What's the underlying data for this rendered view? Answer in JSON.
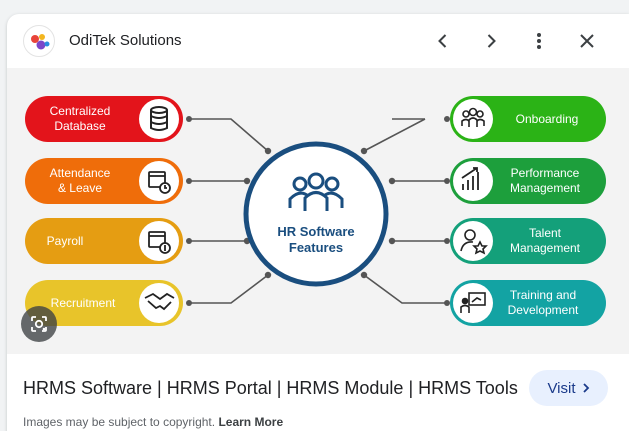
{
  "header": {
    "site_name": "OdiTek Solutions",
    "favicon": "oditek-logo-icon",
    "actions": [
      "chevron-left-icon",
      "chevron-right-icon",
      "more-vert-icon",
      "close-icon"
    ]
  },
  "infographic": {
    "center_title_line1": "HR Software",
    "center_title_line2": "Features",
    "center_icon": "people-group-icon",
    "left_items": [
      {
        "line1": "Centralized",
        "line2": "Database",
        "icon": "database-icon",
        "color": "#e3141b"
      },
      {
        "line1": "Attendance",
        "line2": "& Leave",
        "icon": "calendar-clock-icon",
        "color": "#ef6d0a"
      },
      {
        "line1": "Payroll",
        "line2": "",
        "icon": "calendar-money-icon",
        "color": "#e59d12"
      },
      {
        "line1": "Recruitment",
        "line2": "",
        "icon": "handshake-icon",
        "color": "#e8c42a"
      }
    ],
    "right_items": [
      {
        "line1": "Onboarding",
        "line2": "",
        "icon": "team-icon",
        "color": "#2bb316"
      },
      {
        "line1": "Performance",
        "line2": "Management",
        "icon": "growth-chart-icon",
        "color": "#1d9f3c"
      },
      {
        "line1": "Talent",
        "line2": "Management",
        "icon": "person-star-icon",
        "color": "#14a07a"
      },
      {
        "line1": "Training and",
        "line2": "Development",
        "icon": "presentation-icon",
        "color": "#13a3a3"
      }
    ],
    "colors": {
      "ring": "#1a4e7f",
      "connector": "#555555"
    }
  },
  "lens_button": "lens-icon",
  "result": {
    "title": "HRMS Software | HRMS Portal | HRMS Module | HRMS Tools",
    "visit_label": "Visit"
  },
  "footer": {
    "copyright_text": "Images may be subject to copyright.",
    "learn_more": "Learn More"
  }
}
